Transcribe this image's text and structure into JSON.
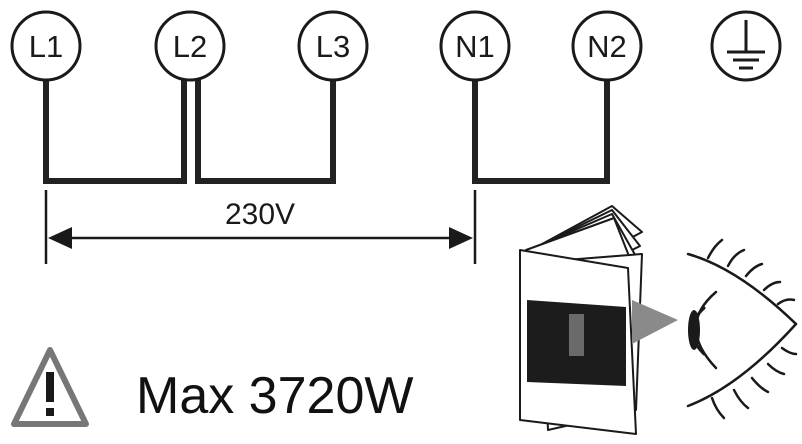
{
  "terminals": [
    {
      "id": "l1",
      "label": "L1"
    },
    {
      "id": "l2",
      "label": "L2"
    },
    {
      "id": "l3",
      "label": "L3"
    },
    {
      "id": "n1",
      "label": "N1"
    },
    {
      "id": "n2",
      "label": "N2"
    }
  ],
  "voltage": {
    "label": "230V"
  },
  "warning": {
    "text": "Max 3720W"
  },
  "icons": {
    "ground": "ground-icon",
    "warning": "warning-triangle-icon",
    "manual": "manual-book-icon",
    "eye": "eye-icon"
  },
  "colors": {
    "ink": "#1a1a1a",
    "wire": "#222222",
    "warning_stroke": "#777777",
    "arrow": "#8a8a8a",
    "panel": "#1c1c1c",
    "slot": "#6a6a6a"
  }
}
